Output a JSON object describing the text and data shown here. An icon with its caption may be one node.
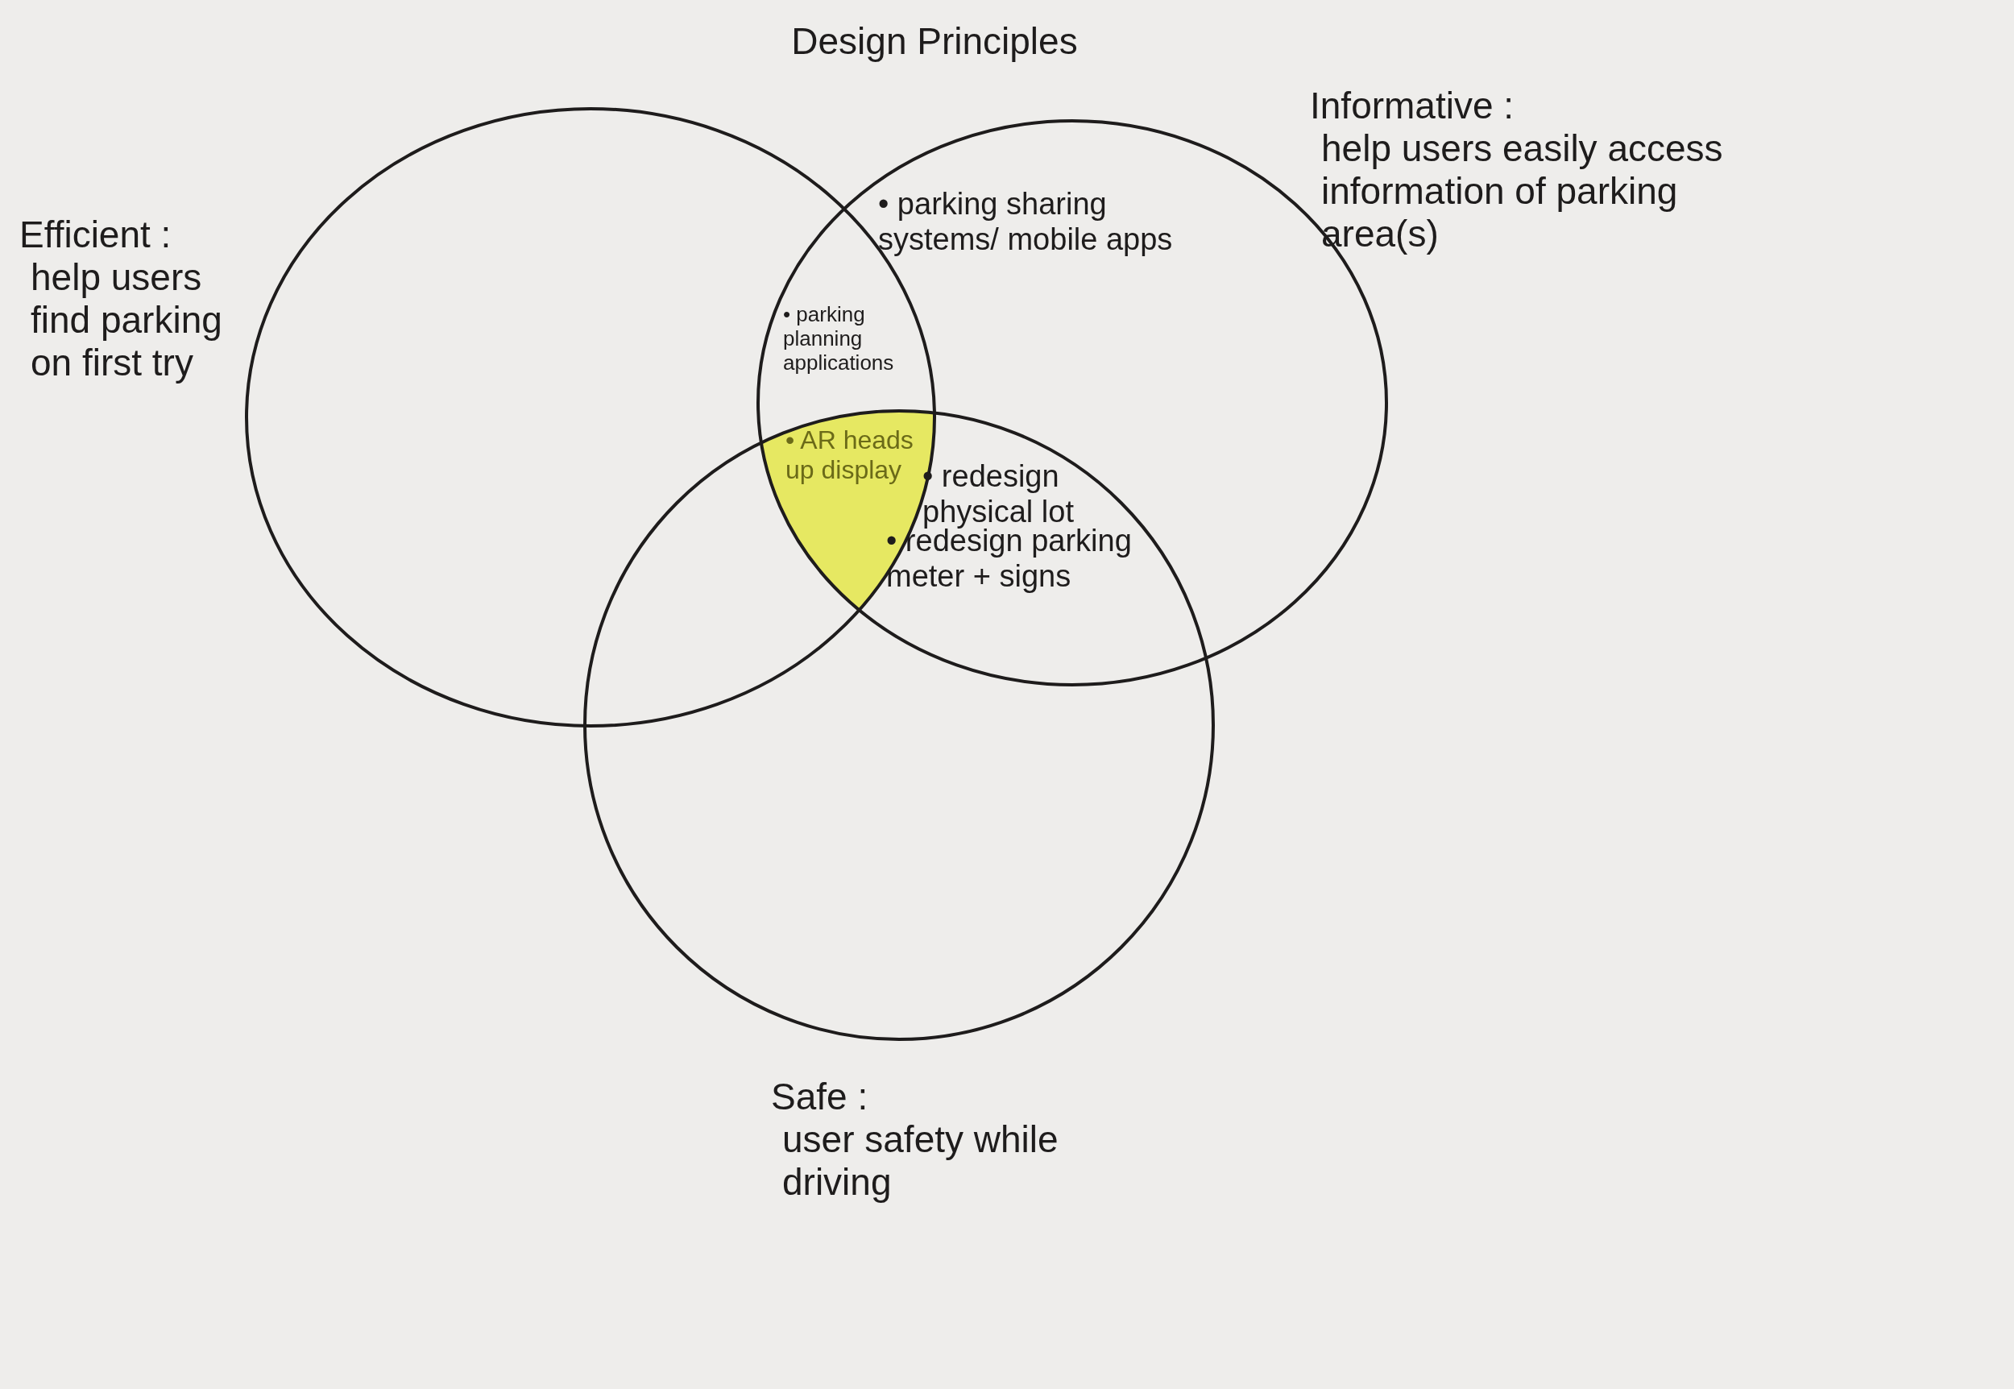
{
  "diagram": {
    "title": "Design Principles",
    "nodes": [
      {
        "text": [
          "Efficient :",
          "help users find parking on first try"
        ]
      },
      {
        "text": [
          "Informative :",
          "help users easily access information of parking area(s)"
        ]
      },
      {
        "text": [
          "Safe :",
          "user safety while driving"
        ]
      }
    ],
    "edges": [],
    "labels": [
      "• parking sharing systems/ mobile apps",
      "• parking planning applications",
      "• AR heads up display",
      "• redesign physical lot",
      "• redesign parking meter + signs"
    ]
  }
}
